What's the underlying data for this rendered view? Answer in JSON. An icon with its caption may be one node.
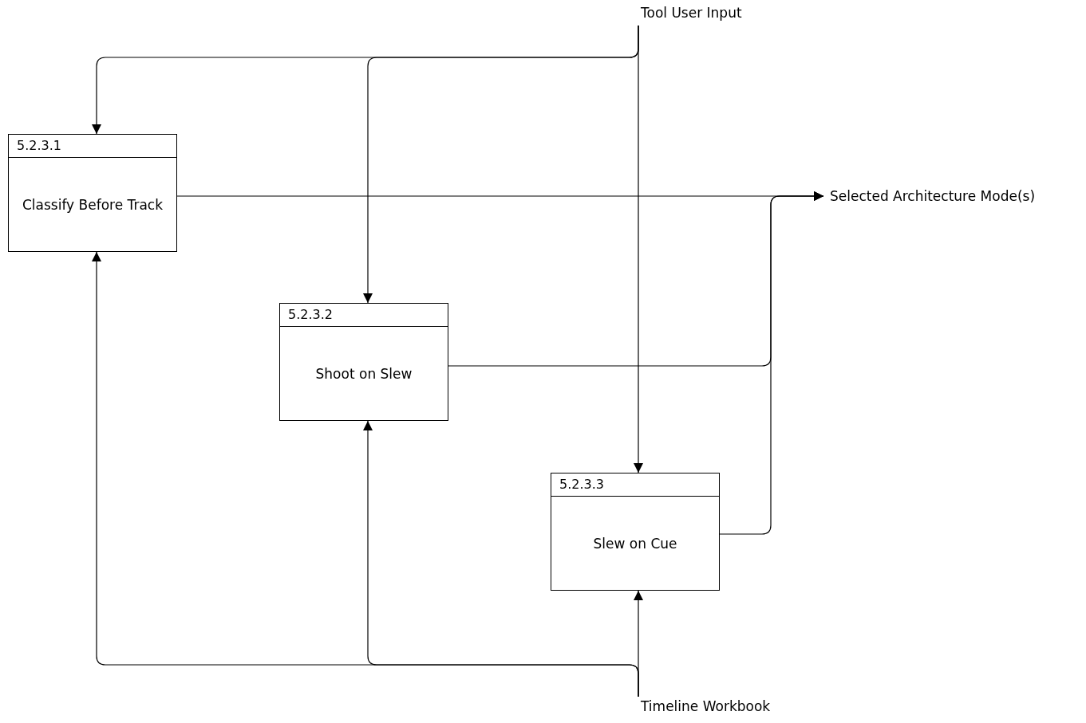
{
  "diagram": {
    "nodes": [
      {
        "text": [
          "Tool User Input"
        ]
      },
      {
        "text": [
          "5.2.3.1",
          "Classify Before Track"
        ]
      },
      {
        "text": [
          "5.2.3.2",
          "Shoot on Slew"
        ]
      },
      {
        "text": [
          "5.2.3.3",
          "Slew on Cue"
        ]
      },
      {
        "text": [
          "Selected Architecture Mode(s)"
        ]
      },
      {
        "text": [
          "Timeline Workbook"
        ]
      }
    ],
    "edges": [
      {
        "from": 0,
        "to": 1,
        "arrow": "to"
      },
      {
        "from": 0,
        "to": 2,
        "arrow": "to"
      },
      {
        "from": 0,
        "to": 3,
        "arrow": "to"
      },
      {
        "from": 1,
        "to": 4,
        "arrow": "to"
      },
      {
        "from": 2,
        "to": 4,
        "arrow": "to"
      },
      {
        "from": 3,
        "to": 4,
        "arrow": "to"
      },
      {
        "from": 5,
        "to": 1,
        "arrow": "to"
      },
      {
        "from": 5,
        "to": 2,
        "arrow": "to"
      },
      {
        "from": 5,
        "to": 3,
        "arrow": "to"
      }
    ]
  }
}
